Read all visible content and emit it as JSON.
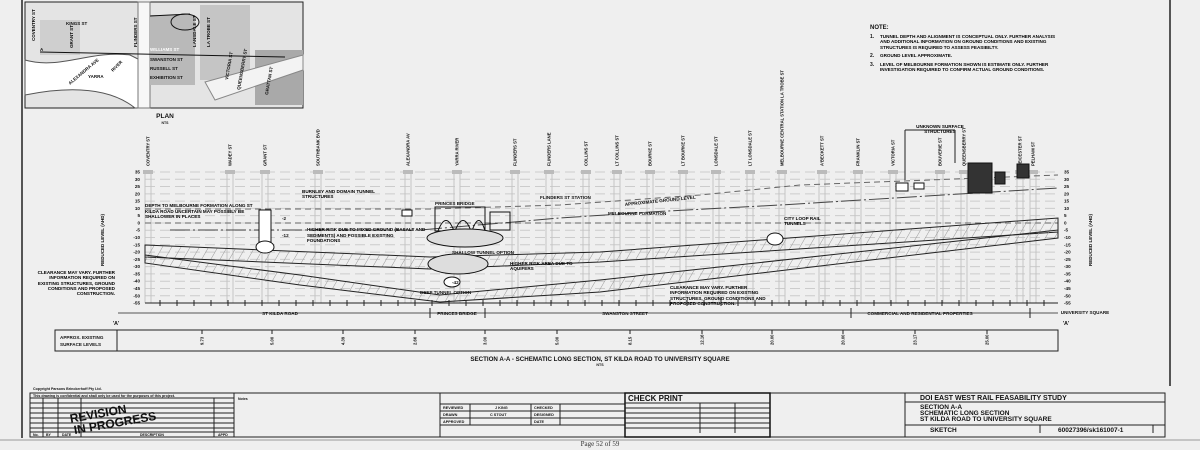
{
  "plan": {
    "title": "PLAN",
    "scale": "NTS",
    "streets": [
      "COVENTRY ST",
      "KINGS ST",
      "GRANT ST",
      "FLINDERS ST",
      "LANSDALE ST",
      "LA TROBE ST",
      "WILLIAMS ST",
      "SWANSTON ST",
      "RUSSELL ST",
      "EXHIBITION ST",
      "ALEXANDRA AVE",
      "YARRA",
      "RIVER",
      "VICTORIA ST",
      "QUEENSBERRY ST",
      "GRATTAN ST"
    ],
    "section_marker": "A"
  },
  "notes": {
    "heading": "NOTE:",
    "items": [
      {
        "num": "1.",
        "text": "TUNNEL DEPTH AND ALIGNMENT IS CONCEPTUAL ONLY. FURTHER ANALYSIS AND ADDITIONAL INFORMATION ON GROUND CONDITIONS AND EXISTING STRUCTURES IS REQUIRED TO ASSESS FEASIBILTY."
      },
      {
        "num": "2.",
        "text": "GROUND LEVEL APPROXIMATE."
      },
      {
        "num": "3.",
        "text": "LEVEL OF MELBOURNE FORMATION SHOWN IS ESTIMATE ONLY. FURTHER INVESTIGATION REQUIRED TO CONFIRM ACTUAL GROUND CONDITIONS."
      }
    ]
  },
  "section": {
    "streets": [
      "COVENTRY ST",
      "WADEY ST",
      "GRANT ST",
      "SOUTHBANK BVD",
      "ALEXANDRA AV",
      "YARRA RIVER",
      "FLINDERS ST",
      "FLINDERS LANE",
      "COLLINS ST",
      "LT COLLINS ST",
      "BOURKE ST",
      "LT BOURKE ST",
      "LONSDALE ST",
      "LT LONSDALE ST",
      "MELBOURNE CENTRAL STATION LA TROBE ST",
      "A'BECKETT ST",
      "FRANKLIN ST",
      "VICTORIA ST",
      "BOUVERIE ST",
      "QUEENSBERRY ST",
      "LEICESTER ST",
      "PELHAM ST"
    ],
    "axis_label": "REDUCED LEVEL (AHD)",
    "levels": [
      "35",
      "30",
      "25",
      "20",
      "15",
      "10",
      "5",
      "0",
      "-5",
      "-10",
      "-15",
      "-20",
      "-25",
      "-30",
      "-35",
      "-40",
      "-45",
      "-50",
      "-55"
    ],
    "annotations": {
      "burnley": "BURNLEY AND DOMAIN TUNNEL STRUCTURES",
      "depth": "DEPTH TO MELBOURNE FORMATION ALONG ST KILDA ROAD UNCERTAIN MAY POSSIBLY BE SHALLOWER IN PLACES",
      "higher_risk_mixed": "HIGHER RISK DUE TO MIXED GROUND (BASALT AND SEDIMENTS) AND POSSIBLE EXISTING FOUNDATIONS",
      "clearance_left": "CLEARANCE MAY VARY. FURTHER INFORMATION REQUIRED ON EXISTING STRUCTURES, GROUND CONDITIONS AND PROPOSED CONSTRUCTION.",
      "princes_bridge": "PRINCES BRIDGE",
      "flinders_station": "FLINDERS ST STATION",
      "approx_ground": "APPROXIMATE GROUND LEVEL",
      "melb_formation": "MELBOURNE FORMATION",
      "shallow": "SHALLOW TUNNEL OPTION",
      "aquifers": "HIGHER RISK AREA DUE TO AQUIFERS",
      "deep": "DEEP TUNNEL OPTION",
      "clearance_right": "CLEARANCE MAY VARY. FURTHER INFORMATION REQUIRED ON EXISTING STRUCTURES, GROUND CONDITIONS AND PROPOSED CONSTRUCTION.",
      "city_loop": "CITY LOOP RAIL TUNNELS",
      "unknown": "UNKNOWN SURFACE STRUCTURES",
      "lv_m2": "-2",
      "lv_m12": "-12",
      "lv_m42": "-42"
    },
    "zones": [
      "ST KILDA ROAD",
      "PRINCES BRIDGE",
      "SWANSTON STREET",
      "COMMERCIAL AND RESIDENTIAL PROPERTIES",
      "UNIVERSITY SQUARE"
    ],
    "marker": "'A'",
    "surface_label_1": "APPROX. EXISTING",
    "surface_label_2": "SURFACE LEVELS",
    "surface_levels": [
      "9.73",
      "5.00",
      "4.39",
      "2.66",
      "3.00",
      "5.00",
      "8.15",
      "12.16",
      "20.00",
      "20.00",
      "23.17",
      "25.00"
    ],
    "title": "SECTION A-A - SCHEMATIC LONG SECTION, ST KILDA ROAD TO UNIVERSITY SQUARE",
    "title_scale": "NTS"
  },
  "title_block": {
    "copyright": "Copyright Parsons Brinckerhoff Pty Ltd.",
    "confidential": "This drawing is confidential and shall only be used for the purposes of this project.",
    "stamp_1": "REVISION",
    "stamp_2": "IN PROGRESS",
    "rev_headers": [
      "No.",
      "BY",
      "DATE",
      "DESCRIPTION",
      "APPD"
    ],
    "notes_label": "Notes",
    "reviewed_label": "REVIEWED",
    "reviewed_value": "J KING",
    "checked_label": "CHECKED",
    "drawn_label": "DRAWN",
    "drawn_value": "C STOUT",
    "designed_label": "DESIGNED",
    "approved_label": "APPROVED",
    "date_label": "DATE",
    "check_print": "CHECK PRINT",
    "project": "DOI EAST WEST RAIL FEASABILITY STUDY",
    "title_1": "SECTION A-A",
    "title_2": "SCHEMATIC LONG SECTION",
    "title_3": "ST KILDA ROAD TO UNIVERSITY SQUARE",
    "status": "SKETCH",
    "drawing_no": "60027396/sk161007-1"
  },
  "footer": {
    "page": "Page 52 of 59"
  }
}
